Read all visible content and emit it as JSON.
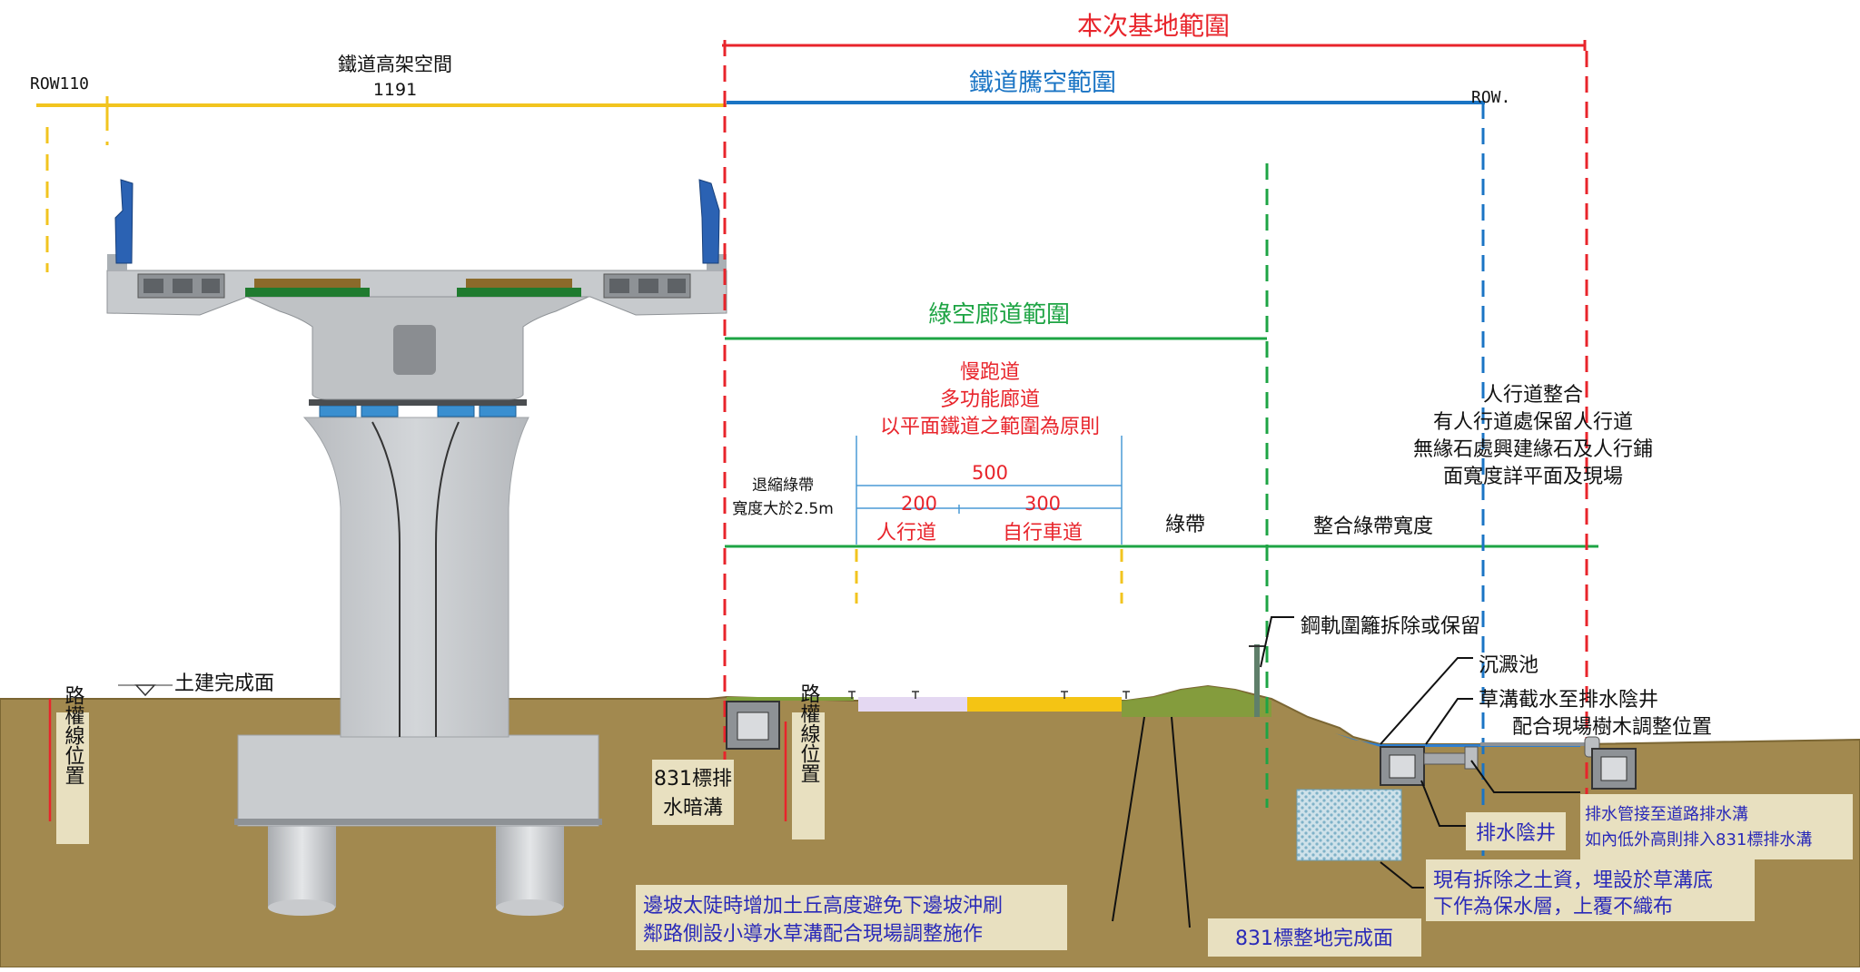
{
  "colors": {
    "red": "#e8242b",
    "blue": "#1a74c4",
    "green": "#1ea444",
    "yellow": "#f2c41f",
    "ground": "#a2894f",
    "ground_dark": "#86703d",
    "concrete": "#c4c7ca",
    "label_bg": "#e8e0c0",
    "note_text": "#2a2ab8"
  },
  "top": {
    "site_range": "本次基地範圍",
    "rail_space": "鐵道高架空間",
    "rail_space_dim": "1191",
    "row_left": "ROW110",
    "row_right": "ROW.",
    "vacated_range": "鐵道騰空範圍",
    "green_corridor": "綠空廊道範圍"
  },
  "corridor": {
    "line1": "慢跑道",
    "line2": "多功能廊道",
    "line3": "以平面鐵道之範圍為原則",
    "total": "500",
    "walk_width": "200",
    "bike_width": "300",
    "walk_label": "人行道",
    "bike_label": "自行車道",
    "setback_line1": "退縮綠帶",
    "setback_line2": "寬度大於2.5m",
    "green_belt": "綠帶",
    "integrate_belt": "整合綠帶寬度"
  },
  "sidewalk_note": {
    "line1": "人行道整合",
    "line2": "有人行道處保留人行道",
    "line3": "無緣石處興建緣石及人行鋪",
    "line4": "面寬度詳平面及現場"
  },
  "labels": {
    "finish_surface": "土建完成面",
    "row_position": "路權線位置",
    "drain_831_line1": "831標排",
    "drain_831_line2": "水暗溝",
    "rail_fence": "鋼軌圍籬拆除或保留",
    "settling_pond": "沉澱池",
    "ditch_line1": "草溝截水至排水陰井",
    "ditch_line2": "配合現場樹木調整位置",
    "manhole": "排水陰井",
    "pipe_line1": "排水管接至道路排水溝",
    "pipe_line2": "如內低外高則排入831標排水溝",
    "soil_line1": "現有拆除之土資，埋設於草溝底",
    "soil_line2": "下作為保水層，上覆不織布",
    "slope_line1": "邊坡太陡時增加土丘高度避免下邊坡沖刷",
    "slope_line2": "鄰路側設小導水草溝配合現場調整施作",
    "grade_831": "831標整地完成面"
  }
}
